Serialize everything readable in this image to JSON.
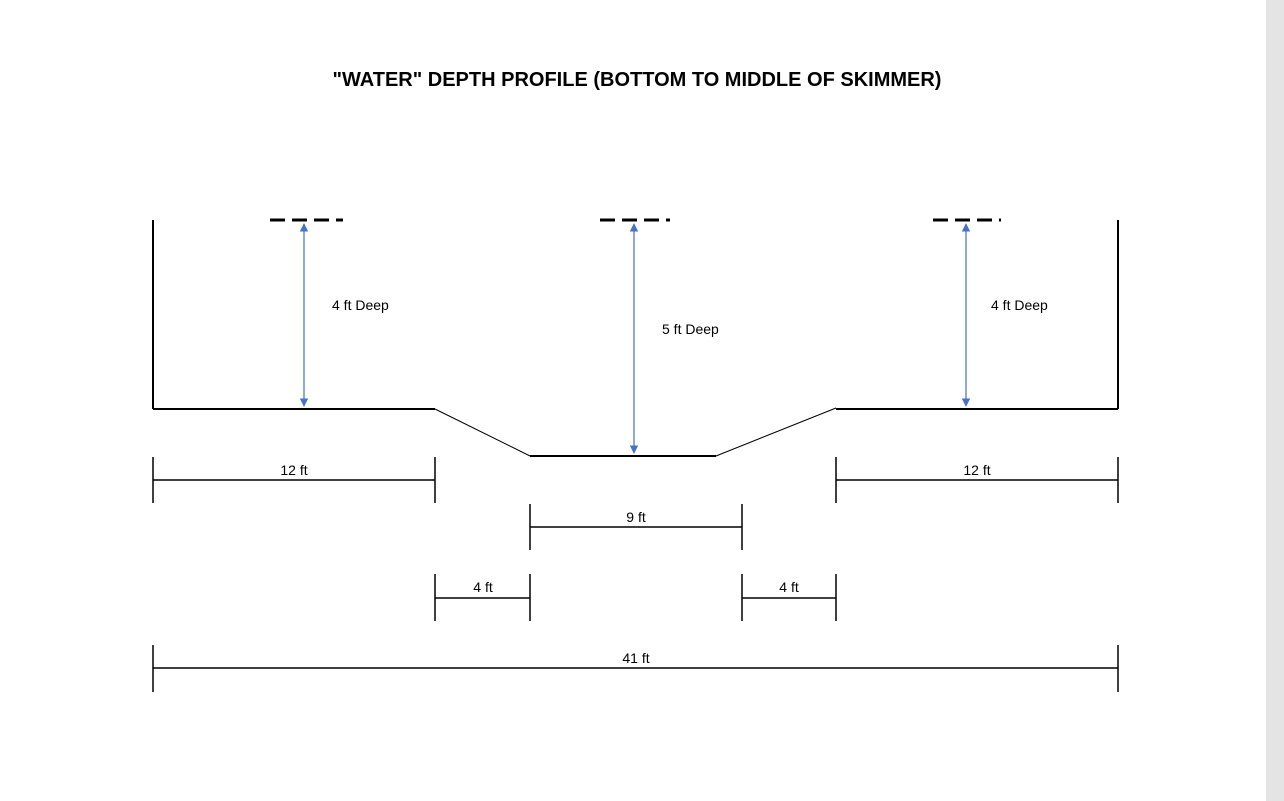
{
  "title": "\"WATER\" DEPTH PROFILE (BOTTOM TO MIDDLE OF SKIMMER)",
  "colors": {
    "outline": "#000000",
    "depth_arrow": "#4472c4",
    "scrollbar": "#e4e4e4"
  },
  "depth_labels": {
    "left": "4 ft Deep",
    "center": "5 ft Deep",
    "right": "4 ft Deep"
  },
  "dimensions": {
    "left_shelf": "12 ft",
    "right_shelf": "12 ft",
    "center_bottom": "9 ft",
    "left_slope": "4 ft",
    "right_slope": "4 ft",
    "total": "41 ft"
  }
}
